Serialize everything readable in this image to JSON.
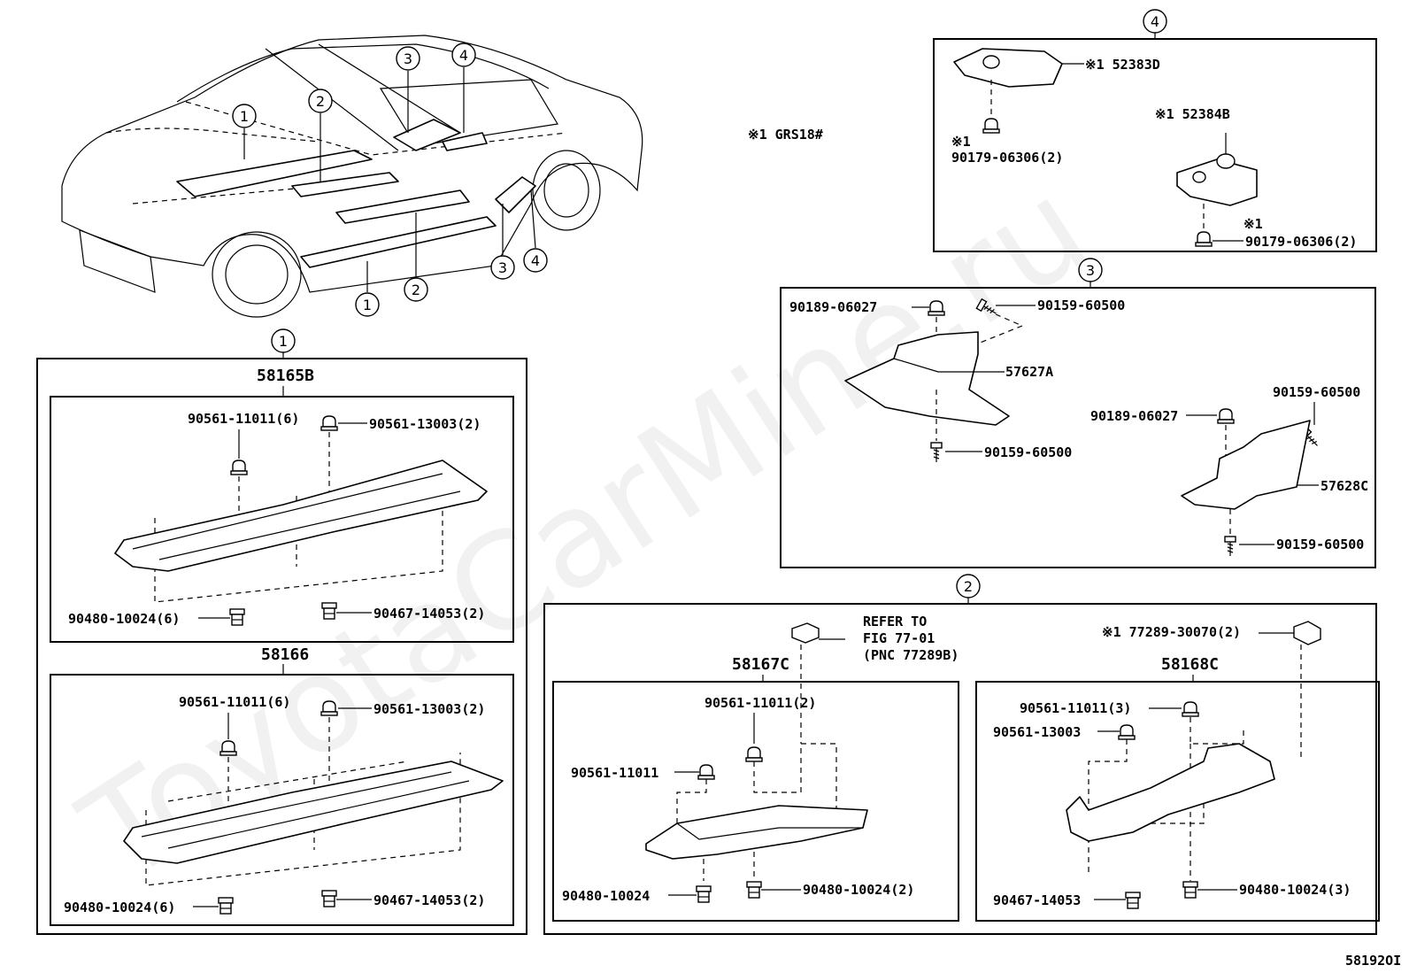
{
  "watermark": "ToyotaCarMine.ru",
  "page_code": "58192OI",
  "note": "※1  GRS18#",
  "overview": {
    "callouts_top": [
      "1",
      "2",
      "3",
      "4"
    ],
    "callouts_bottom": [
      "1",
      "2",
      "3",
      "4"
    ]
  },
  "section4": {
    "marker": "4",
    "labels": {
      "part_a": "※1 52383D",
      "part_b": "※1 52384B",
      "clip_a_note": "※1",
      "clip_a": "90179-06306(2)",
      "clip_b_note": "※1",
      "clip_b": "90179-06306(2)"
    }
  },
  "section3": {
    "marker": "3",
    "labels": {
      "clip_tl": "90189-06027",
      "screw_tr": "90159-60500",
      "part_a": "57627A",
      "screw_bl": "90159-60500",
      "clip_mid": "90189-06027",
      "screw_right": "90159-60500",
      "part_b": "57628C",
      "screw_br": "90159-60500"
    }
  },
  "section2": {
    "marker": "2",
    "refer": [
      "REFER TO",
      "FIG 77-01",
      "(PNC 77289B)"
    ],
    "clip_top_right": "※1 77289-30070(2)",
    "left": {
      "title": "58167C",
      "labels": {
        "clip_top": "90561-11011(2)",
        "clip_left": "90561-11011",
        "nut_left": "90480-10024",
        "nut_right": "90480-10024(2)"
      }
    },
    "right": {
      "title": "58168C",
      "labels": {
        "clip_top": "90561-11011(3)",
        "clip_mid": "90561-13003",
        "nut_left": "90467-14053",
        "nut_right": "90480-10024(3)"
      }
    }
  },
  "section1": {
    "marker": "1",
    "upper": {
      "title": "58165B",
      "labels": {
        "clip_a": "90561-11011(6)",
        "clip_b": "90561-13003(2)",
        "nut_a": "90480-10024(6)",
        "nut_b": "90467-14053(2)"
      }
    },
    "lower": {
      "title": "58166",
      "labels": {
        "clip_a": "90561-11011(6)",
        "clip_b": "90561-13003(2)",
        "nut_a": "90480-10024(6)",
        "nut_b": "90467-14053(2)"
      }
    }
  }
}
